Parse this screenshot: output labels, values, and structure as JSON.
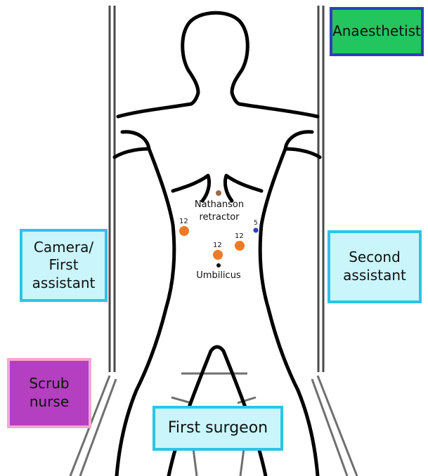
{
  "roles": {
    "anaesthetist": "Anaesthetist",
    "camera_line1": "Camera/",
    "camera_line2": "First",
    "camera_line3": "assistant",
    "second_line1": "Second",
    "second_line2": "assistant",
    "scrub_line1": "Scrub",
    "scrub_line2": "nurse",
    "surgeon": "First surgeon"
  },
  "landmarks": {
    "retractor_line1": "Nathanson",
    "retractor_line2": "retractor",
    "umbilicus": "Umbilicus"
  },
  "ports": [
    {
      "size": "12",
      "color": "#f07a26"
    },
    {
      "size": "12",
      "color": "#f07a26"
    },
    {
      "size": "12",
      "color": "#f07a26"
    },
    {
      "size": "5",
      "color": "#2b3cc9"
    }
  ],
  "colors": {
    "anaesthetist_fill": "#22c55e",
    "anaesthetist_border": "#2f3fb8",
    "assistant_fill": "#c9f5fb",
    "assistant_border": "#2ec3e8",
    "scrub_fill": "#b43fc0",
    "scrub_border": "#f2a8d0",
    "retractor_dot": "#9c6a43",
    "umbilicus_dot": "#111111"
  }
}
